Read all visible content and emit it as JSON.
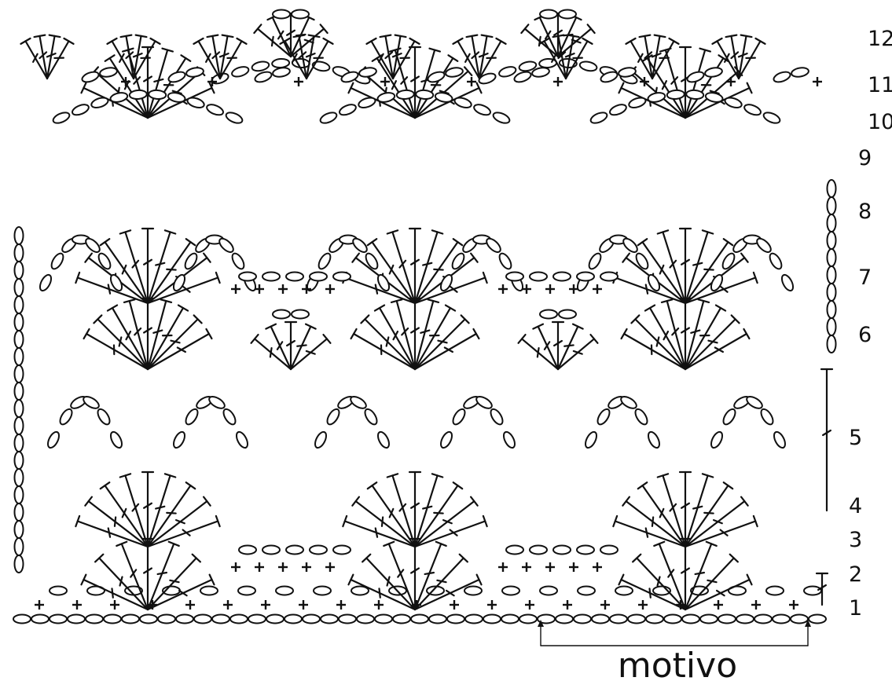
{
  "diagram": {
    "row_numbers": [
      "1",
      "2",
      "3",
      "4",
      "5",
      "6",
      "7",
      "8",
      "9",
      "10",
      "11",
      "12"
    ],
    "motif_label": "motivo",
    "symbols": {
      "chain": "chain-stitch-oval",
      "single_crochet": "single-crochet-cross",
      "double_crochet": "double-crochet-t",
      "slip_stitch": "slip-stitch-dot"
    },
    "colors": {
      "ink": "#111111",
      "background": "#ffffff"
    }
  }
}
